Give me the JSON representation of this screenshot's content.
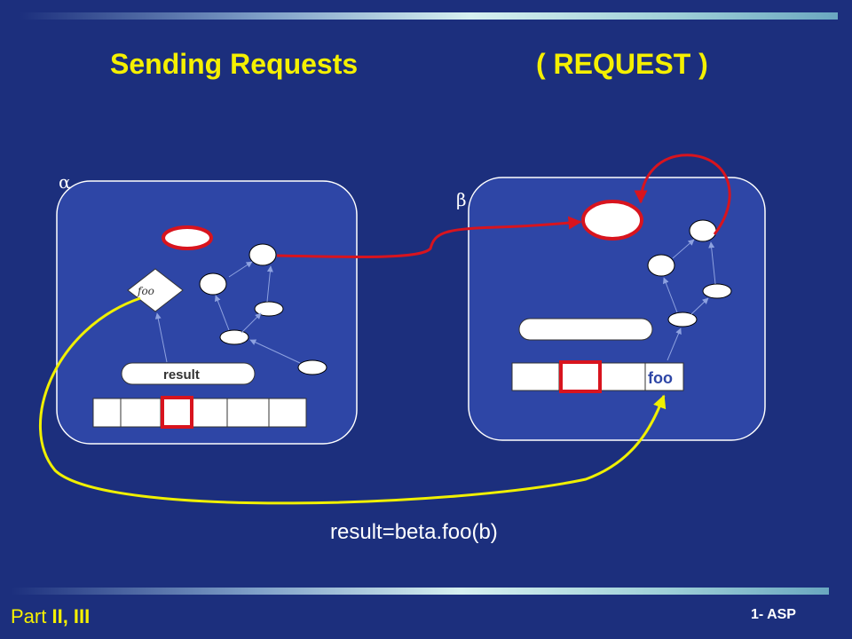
{
  "slide": {
    "title": "Sending Requests",
    "title_tag": "( REQUEST )",
    "caption": "result=beta.foo(b)",
    "footer_part_prefix": "Part ",
    "footer_part_numbers": "II, III",
    "footer_slide": "1- ASP"
  },
  "diagram": {
    "activity_alpha": {
      "label": "α"
    },
    "activity_beta": {
      "label": "β"
    },
    "future_label": "result",
    "future_method_label": "foo",
    "queue_label": "foo",
    "colors": {
      "background": "#1c2f7d",
      "activity_box": "#2e46a6",
      "highlight_red": "#d8141e",
      "request_yellow": "#f0f000",
      "edge_arrow": "#8ea2e0"
    }
  }
}
